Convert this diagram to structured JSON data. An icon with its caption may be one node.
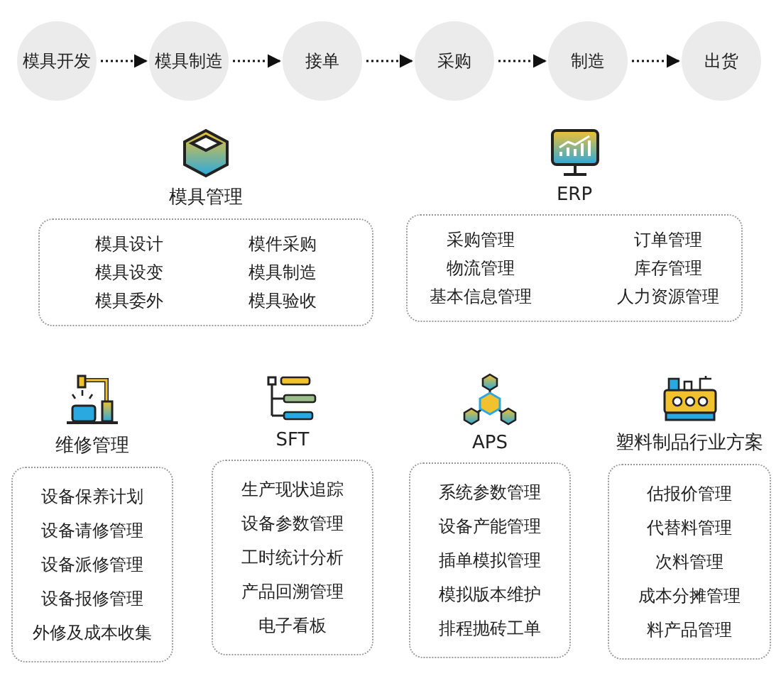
{
  "diagram": {
    "nodes": [
      {
        "text": [
          "模具开发"
        ]
      },
      {
        "text": [
          "模具制造"
        ]
      },
      {
        "text": [
          "接单"
        ]
      },
      {
        "text": [
          "采购"
        ]
      },
      {
        "text": [
          "制造"
        ]
      },
      {
        "text": [
          "出货"
        ]
      },
      {
        "text": [
          "模具管理",
          "模具设计",
          "模件采购",
          "模具设变",
          "模具制造",
          "模具委外",
          "模具验收"
        ]
      },
      {
        "text": [
          "ERP",
          "采购管理",
          "订单管理",
          "物流管理",
          "库存管理",
          "基本信息管理",
          "人力资源管理"
        ]
      },
      {
        "text": [
          "维修管理",
          "设备保养计划",
          "设备请修管理",
          "设备派修管理",
          "设备报修管理",
          "外修及成本收集"
        ]
      },
      {
        "text": [
          "SFT",
          "生产现状追踪",
          "设备参数管理",
          "工时统计分析",
          "产品回溯管理",
          "电子看板"
        ]
      },
      {
        "text": [
          "APS",
          "系统参数管理",
          "设备产能管理",
          "插单模拟管理",
          "模拟版本维护",
          "排程抛砖工单"
        ]
      },
      {
        "text": [
          "塑料制品行业方案",
          "估报价管理",
          "代替料管理",
          "次料管理",
          "成本分摊管理",
          "料产品管理"
        ]
      }
    ],
    "edges": [
      {
        "from": 0,
        "to": 1,
        "arrow": "to"
      },
      {
        "from": 1,
        "to": 2,
        "arrow": "to"
      },
      {
        "from": 2,
        "to": 3,
        "arrow": "to"
      },
      {
        "from": 3,
        "to": 4,
        "arrow": "to"
      },
      {
        "from": 4,
        "to": 5,
        "arrow": "to"
      }
    ]
  }
}
